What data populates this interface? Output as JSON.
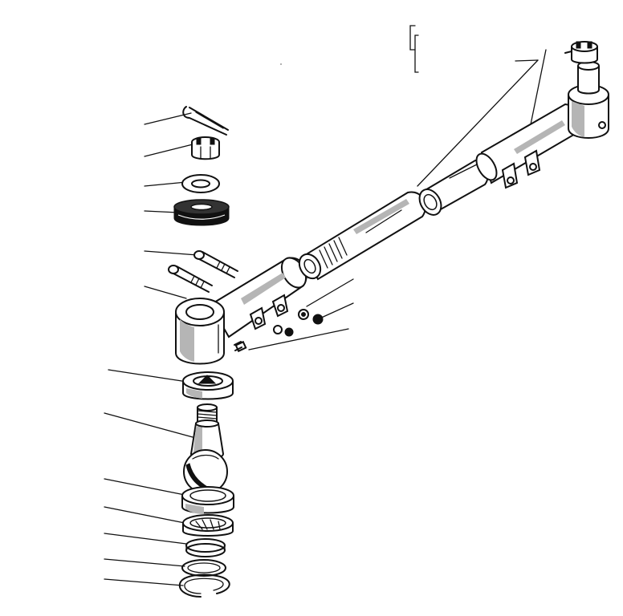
{
  "diagram": {
    "parts": [
      "cotter-pin",
      "castle-nut",
      "washer",
      "rubber-seal",
      "clamp-bolt",
      "clamp-bolt-2",
      "tie-rod-end-housing",
      "ball-stud-seal",
      "ball-stud",
      "ball-seat-upper",
      "ball-seat-lower",
      "spring",
      "retaining-ring",
      "snap-ring",
      "clamp-nuts",
      "clamp-washers",
      "grease-fitting",
      "threaded-rod",
      "adjusting-sleeve",
      "right-tie-rod-end",
      "tie-rod-tube"
    ],
    "colors": {
      "ink": "#111111",
      "paper": "#ffffff",
      "shade": "#b5b5b5"
    }
  }
}
